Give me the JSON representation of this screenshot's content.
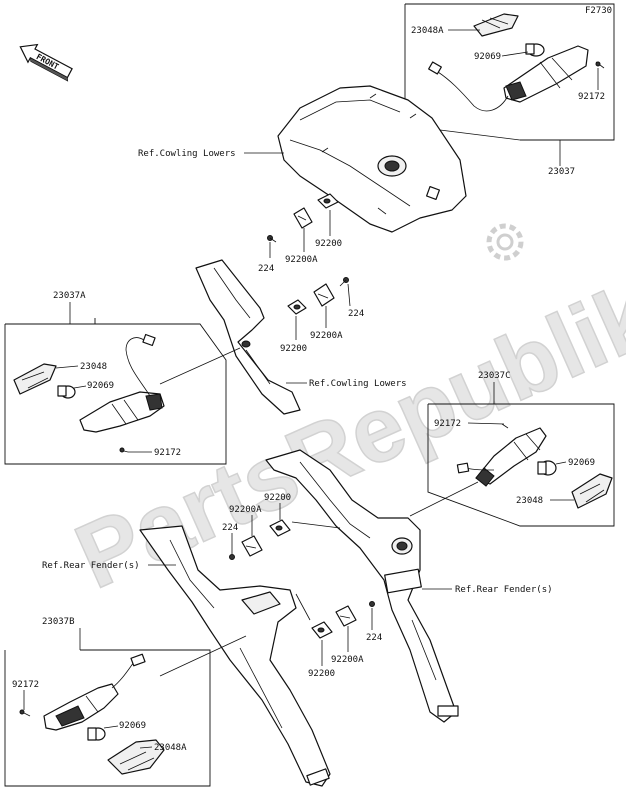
{
  "diagram": {
    "code": "F2730",
    "front_label": "FRONT",
    "watermark": "PartsRepublik",
    "labels": {
      "a23048A_top": "23048A",
      "a92069_top": "92069",
      "a92172_top": "92172",
      "ref_cowling_1": "Ref.Cowling Lowers",
      "a23037": "23037",
      "a224_1": "224",
      "a92200A_1": "92200A",
      "a92200_1": "92200",
      "a224_2": "224",
      "a92200A_2": "92200A",
      "a92200_2": "92200",
      "ref_cowling_2": "Ref.Cowling Lowers",
      "a23037A": "23037A",
      "a23048": "23048",
      "a92069_left": "92069",
      "a92172_left": "92172",
      "a23037C": "23037C",
      "a92172_right": "92172",
      "a92069_right": "92069",
      "a23048_right": "23048",
      "a92200_3": "92200",
      "a92200A_3": "92200A",
      "a224_3": "224",
      "ref_rear_fender_1": "Ref.Rear Fender(s)",
      "ref_rear_fender_2": "Ref.Rear Fender(s)",
      "a23037B": "23037B",
      "a224_4": "224",
      "a92172_bottom": "92172",
      "a92069_bottom": "92069",
      "a23048A_bottom": "23048A",
      "a92200A_4": "92200A",
      "a92200_4": "92200"
    }
  }
}
